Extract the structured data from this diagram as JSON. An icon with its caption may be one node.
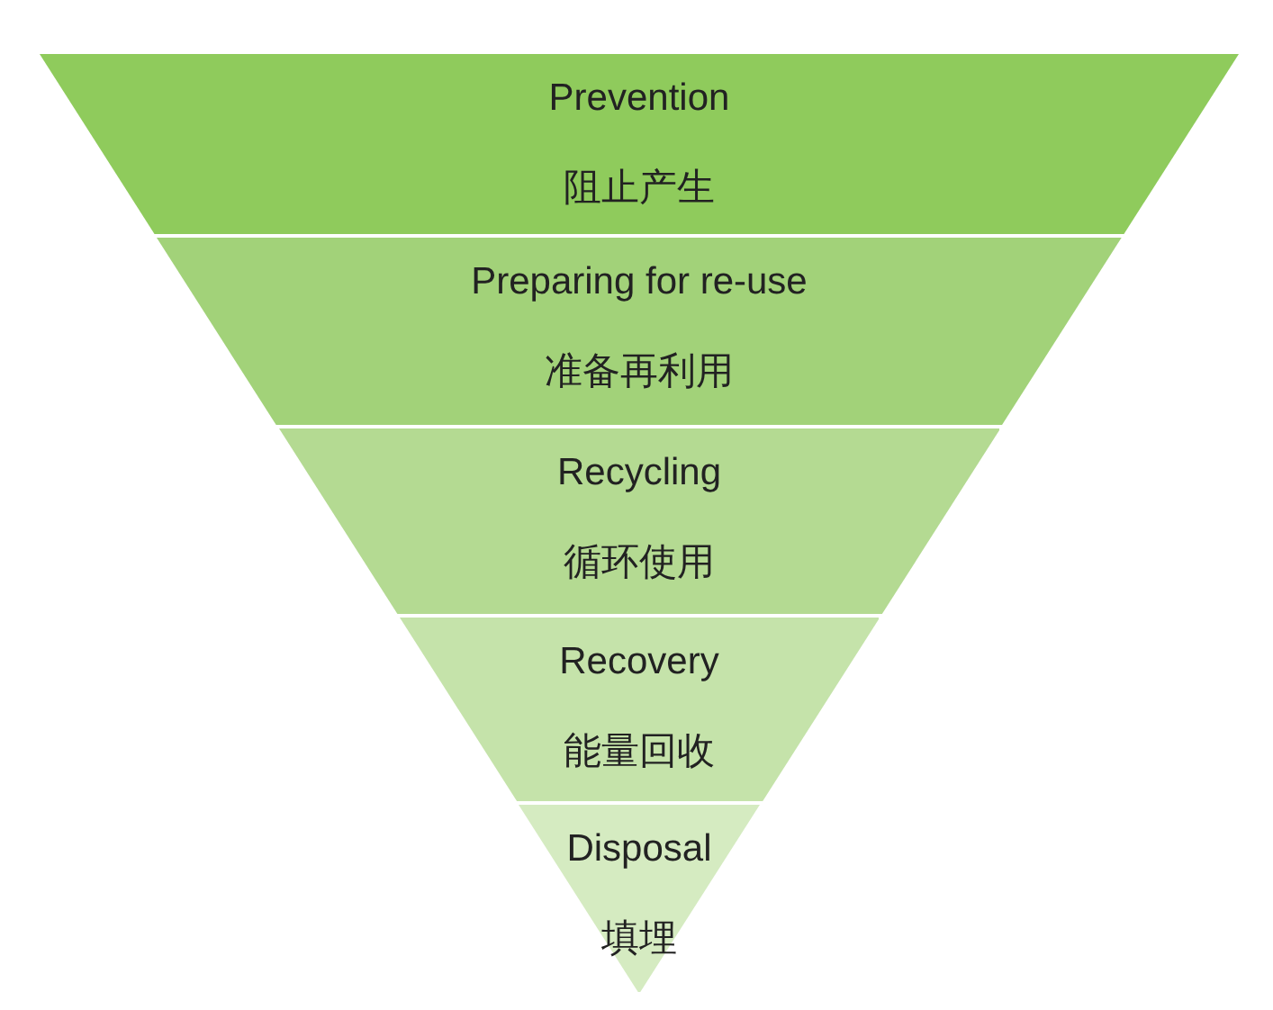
{
  "diagram": {
    "nodes": [
      {
        "text": [
          "Prevention",
          "阻止产生"
        ]
      },
      {
        "text": [
          "Preparing for re-use",
          "准备再利用"
        ]
      },
      {
        "text": [
          "Recycling",
          "循环使用"
        ]
      },
      {
        "text": [
          "Recovery",
          "能量回收"
        ]
      },
      {
        "text": [
          "Disposal",
          "填埋"
        ]
      }
    ]
  }
}
